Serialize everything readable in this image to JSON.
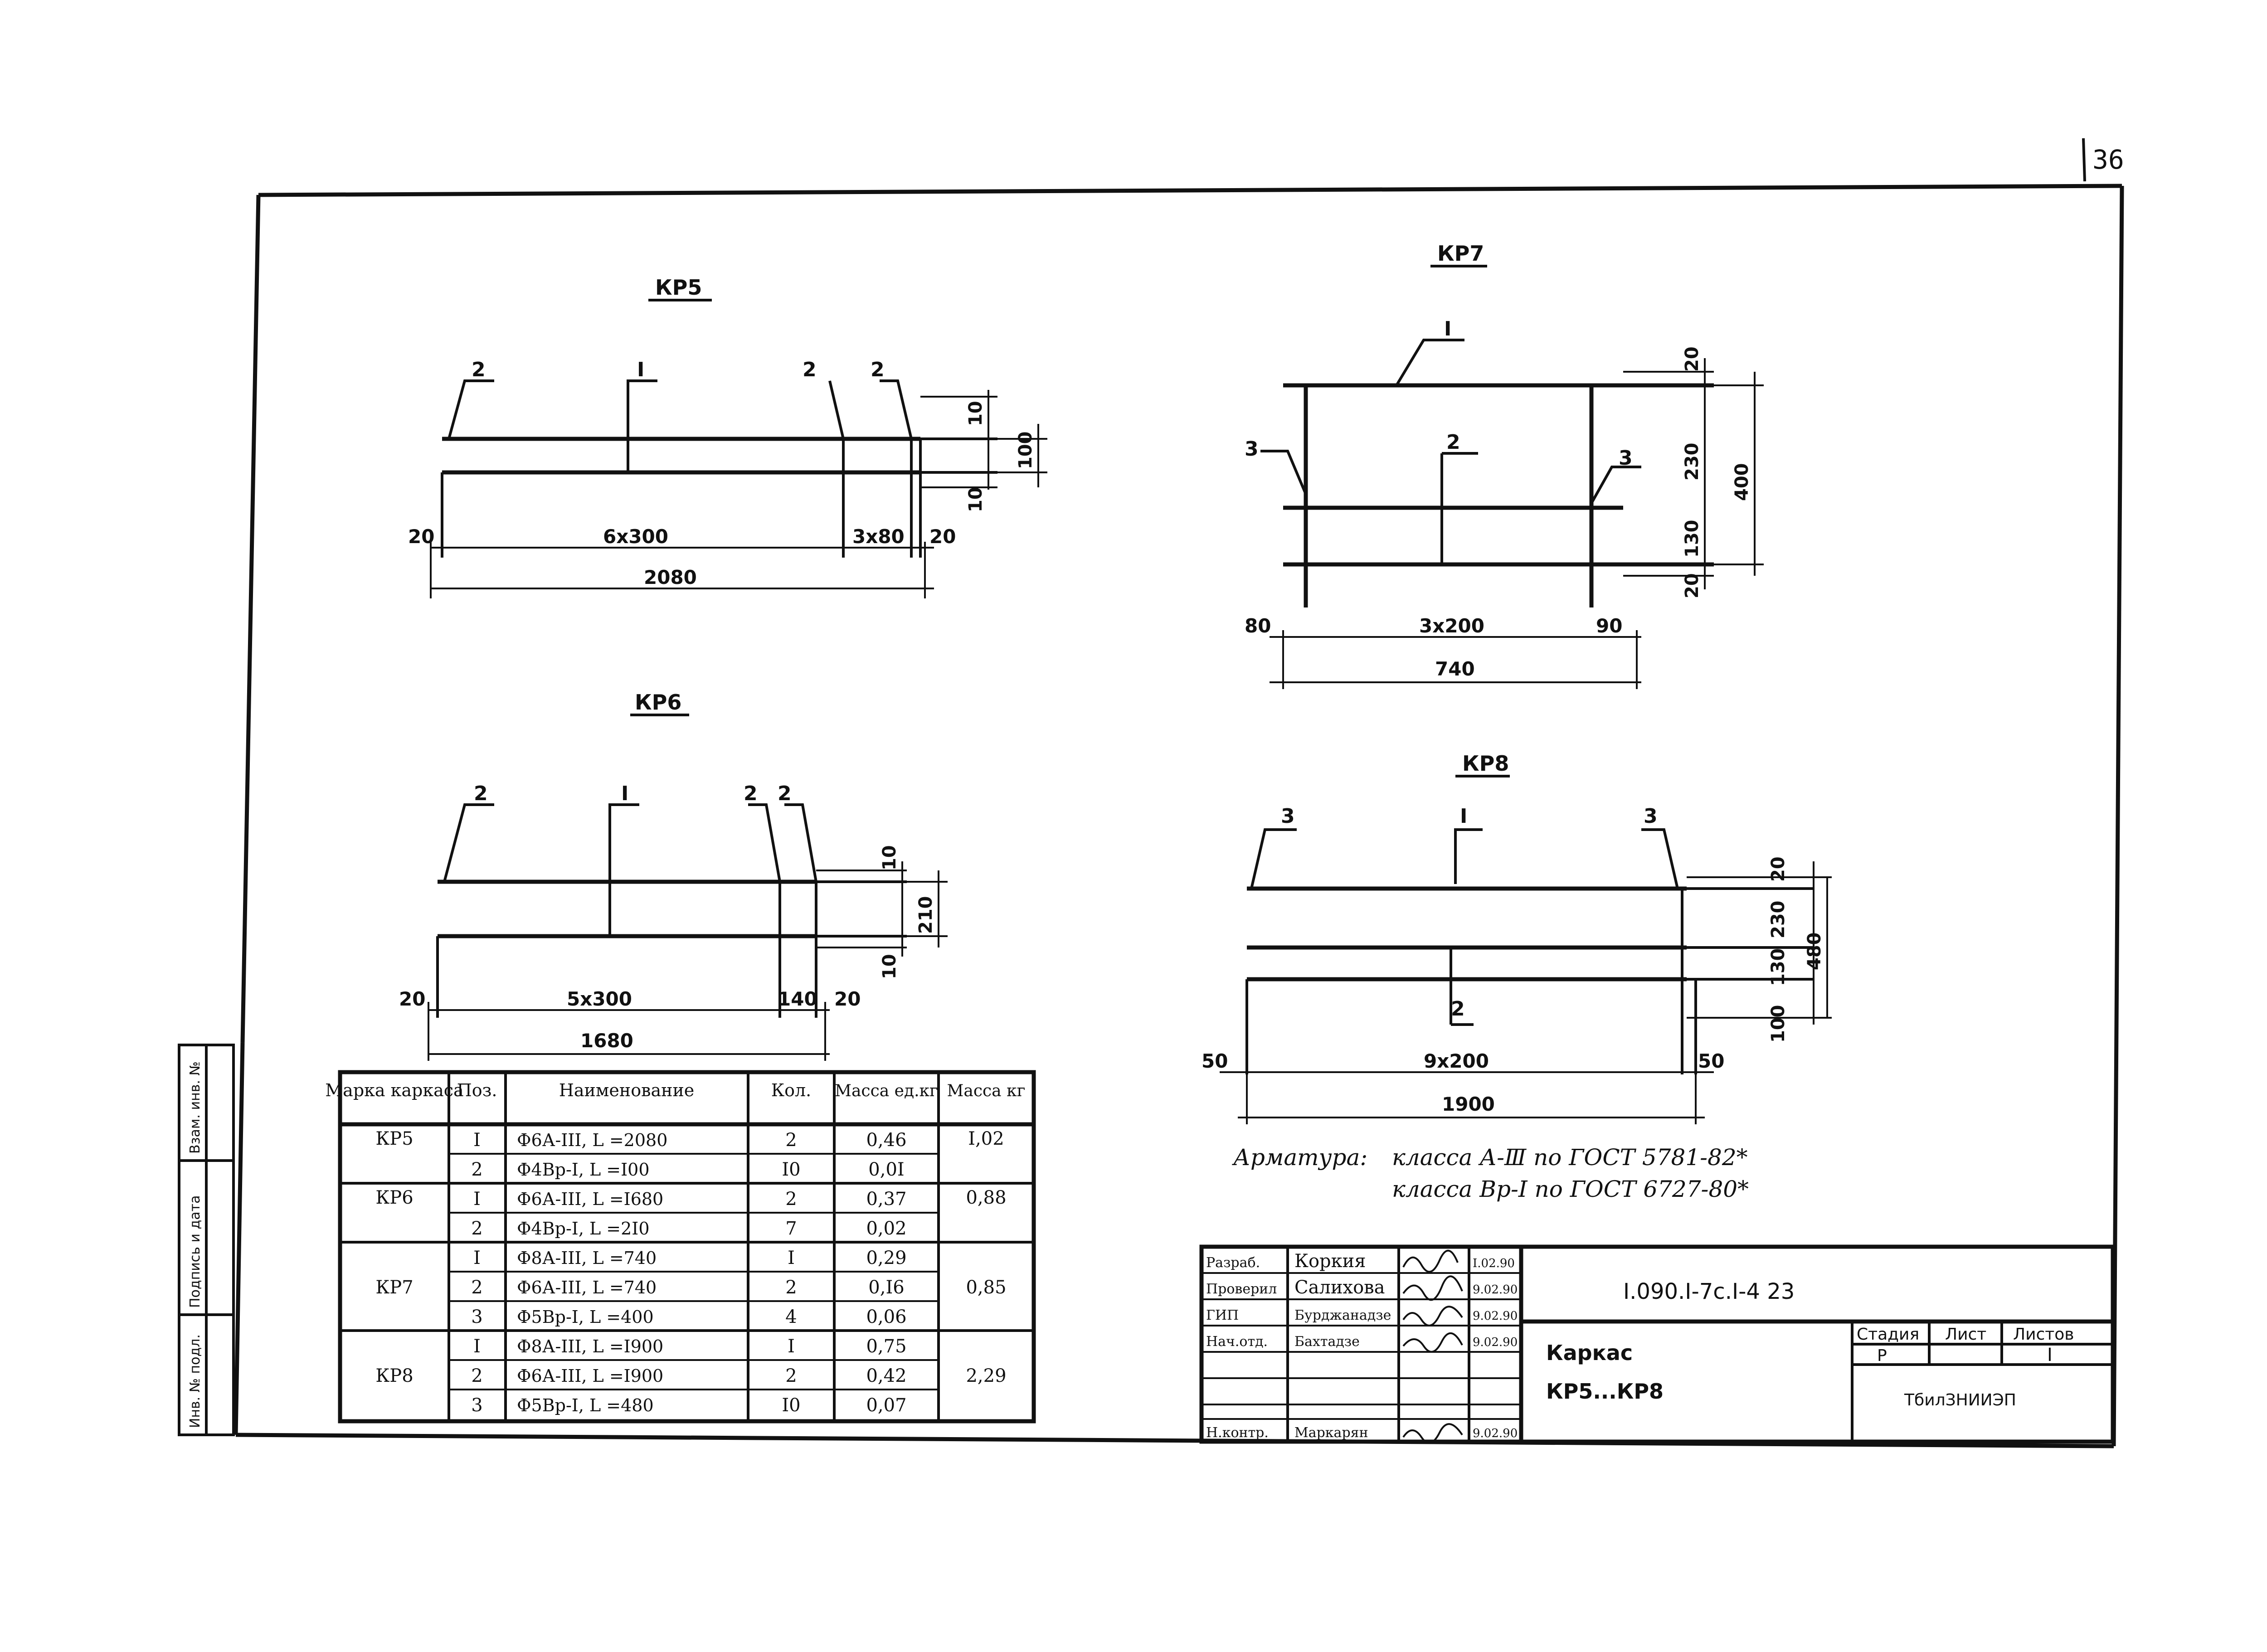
{
  "sheet": {
    "page_number": "36"
  },
  "drawings": {
    "kp5": {
      "title": "КР5",
      "pos_labels": [
        "2",
        "I",
        "2",
        "2"
      ],
      "dims_bottom": [
        "20",
        "6х300",
        "3х80",
        "20"
      ],
      "overall": "2080",
      "dims_right": [
        "10",
        "100",
        "10"
      ]
    },
    "kp6": {
      "title": "КР6",
      "pos_labels": [
        "2",
        "I",
        "2",
        "2"
      ],
      "dims_bottom": [
        "20",
        "5х300",
        "140",
        "20"
      ],
      "overall": "1680",
      "dims_right": [
        "10",
        "210",
        "10"
      ]
    },
    "kp7": {
      "title": "КР7",
      "pos_labels": [
        "I",
        "3",
        "2",
        "3"
      ],
      "dims_right": [
        "20",
        "230",
        "130",
        "20"
      ],
      "dim_total": "400",
      "dims_bottom": [
        "80",
        "3х200",
        "90"
      ],
      "overall": "740"
    },
    "kp8": {
      "title": "КР8",
      "pos_labels": [
        "3",
        "I",
        "3",
        "2"
      ],
      "dims_right": [
        "20",
        "230",
        "130",
        "100"
      ],
      "dim_total": "480",
      "dims_bottom": [
        "50",
        "9х200",
        "50"
      ],
      "overall": "1900"
    }
  },
  "notes": {
    "line1_lead": "Арматура:",
    "line1": "класса  А-Ⅲ  по  ГОСТ  5781-82*",
    "line2": "класса  Вр-Ⅰ  по  ГОСТ  6727-80*"
  },
  "spec_table": {
    "headers": [
      "Марка каркаса",
      "Поз.",
      "Наименование",
      "Кол.",
      "Масса ед.кг",
      "Масса кг"
    ],
    "groups": [
      {
        "mark": "КР5",
        "total": "I,02",
        "rows": [
          {
            "pos": "I",
            "name": "Ф6А-III, L =2080",
            "qty": "2",
            "mass": "0,46"
          },
          {
            "pos": "2",
            "name": "Ф4Вр-I, L =I00",
            "qty": "I0",
            "mass": "0,0I"
          }
        ]
      },
      {
        "mark": "КР6",
        "total": "0,88",
        "rows": [
          {
            "pos": "I",
            "name": "Ф6А-III, L =I680",
            "qty": "2",
            "mass": "0,37"
          },
          {
            "pos": "2",
            "name": "Ф4Вр-I, L =2I0",
            "qty": "7",
            "mass": "0,02"
          }
        ]
      },
      {
        "mark": "КР7",
        "total": "0,85",
        "rows": [
          {
            "pos": "I",
            "name": "Ф8А-III, L =740",
            "qty": "I",
            "mass": "0,29"
          },
          {
            "pos": "2",
            "name": "Ф6А-III, L =740",
            "qty": "2",
            "mass": "0,I6"
          },
          {
            "pos": "3",
            "name": "Ф5Вр-I, L =400",
            "qty": "4",
            "mass": "0,06"
          }
        ]
      },
      {
        "mark": "КР8",
        "total": "2,29",
        "rows": [
          {
            "pos": "I",
            "name": "Ф8А-III, L =I900",
            "qty": "I",
            "mass": "0,75"
          },
          {
            "pos": "2",
            "name": "Ф6А-III, L =I900",
            "qty": "2",
            "mass": "0,42"
          },
          {
            "pos": "3",
            "name": "Ф5Вр-I, L =480",
            "qty": "I0",
            "mass": "0,07"
          }
        ]
      }
    ]
  },
  "left_strip": [
    "Инв. № подл.",
    "Подпись и дата",
    "Взам. инв. №"
  ],
  "title_block": {
    "doc_code": "I.090.I-7с.I-4 23",
    "roles": [
      "Разраб.",
      "Проверил",
      "ГИП",
      "Нач.отд.",
      "Н.контр."
    ],
    "names": [
      "Коркия",
      "Салихова",
      "Бурджанадзе",
      "Бахтадзе",
      "Маркарян"
    ],
    "dates": [
      "I.02.90",
      "9.02.90",
      "9.02.90",
      "9.02.90",
      "9.02.90"
    ],
    "title_line1": "Каркас",
    "title_line2": "КР5...КР8",
    "stage_label": "Стадия",
    "sheet_label": "Лист",
    "sheets_label": "Листов",
    "stage_value": "Р",
    "sheets_value": "I",
    "org": "ТбилЗНИИЭП"
  }
}
